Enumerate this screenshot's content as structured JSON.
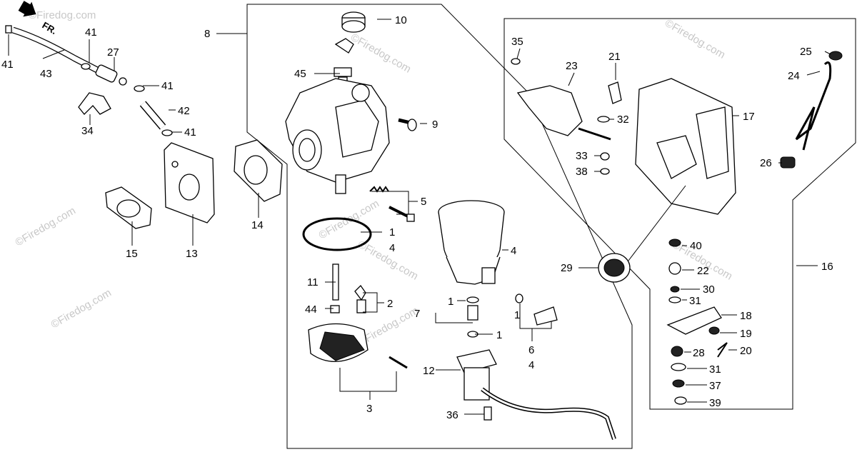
{
  "direction_label": "FR.",
  "watermarks": [
    "©Firedog.com",
    "©Firedog.com",
    "©Firedog.com",
    "©Firedog.com",
    "©Firedog.com",
    "©Firedog.com",
    "©Firedog.com",
    "©Firedog.com",
    "©Firedog.com"
  ],
  "callouts": {
    "n1": "1",
    "n1b": "1",
    "n1c": "1",
    "n1d": "1",
    "n2": "2",
    "n3": "3",
    "n4a": "4",
    "n4b": "4",
    "n4c": "4",
    "n5": "5",
    "n6": "6",
    "n7": "7",
    "n8": "8",
    "n9": "9",
    "n10": "10",
    "n11": "11",
    "n12": "12",
    "n13": "13",
    "n14": "14",
    "n15": "15",
    "n16": "16",
    "n17": "17",
    "n18": "18",
    "n19": "19",
    "n20": "20",
    "n21": "21",
    "n22": "22",
    "n23": "23",
    "n24": "24",
    "n25": "25",
    "n26": "26",
    "n27": "27",
    "n28": "28",
    "n29": "29",
    "n30": "30",
    "n31a": "31",
    "n31b": "31",
    "n32": "32",
    "n33": "33",
    "n34": "34",
    "n35": "35",
    "n36": "36",
    "n37": "37",
    "n38": "38",
    "n39": "39",
    "n40": "40",
    "n41a": "41",
    "n41b": "41",
    "n41c": "41",
    "n41d": "41",
    "n42": "42",
    "n43": "43",
    "n44": "44",
    "n45": "45"
  }
}
